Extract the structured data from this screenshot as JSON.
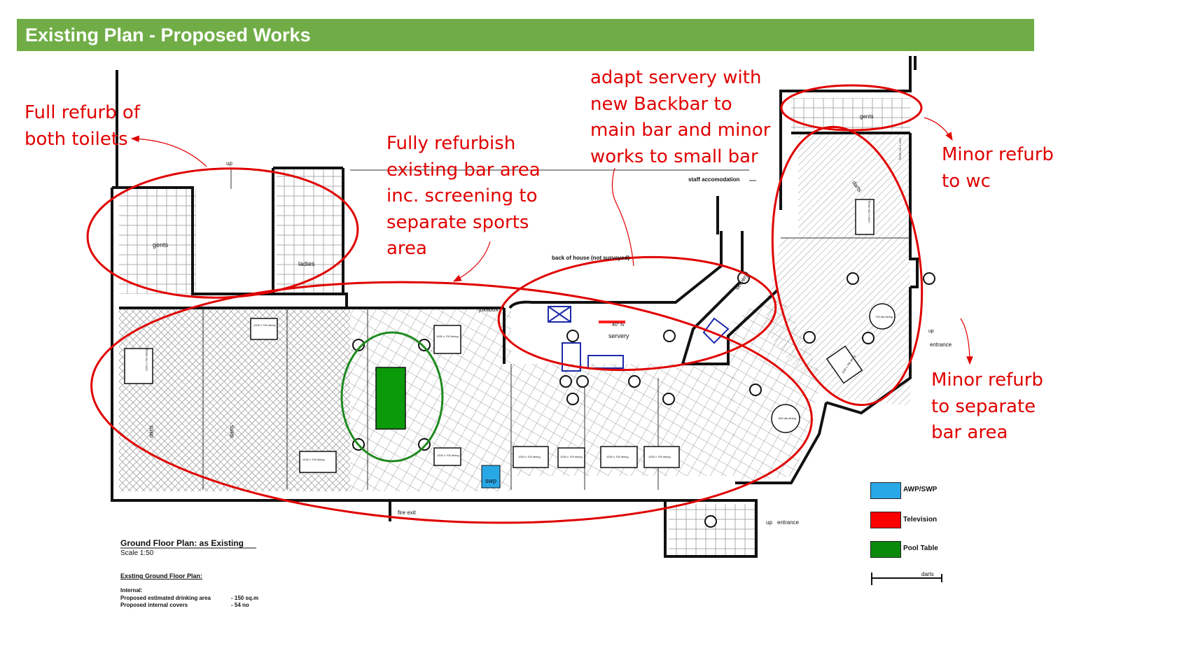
{
  "header": {
    "title": "Existing Plan - Proposed Works"
  },
  "annotations": {
    "toilets": "Full refurb of\nboth toilets",
    "bar_area": "Fully refurbish\nexisting bar area\ninc. screening to\nseparate sports\narea",
    "servery": "adapt servery with\nnew Backbar to\nmain bar and minor\nworks to small bar",
    "wc": "Minor refurb\nto wc",
    "separate_bar": "Minor refurb\nto separate\nbar area"
  },
  "plan_labels": {
    "up_top": "up",
    "gents_left": "gents",
    "ladies": "ladies",
    "gents_right": "gents",
    "staff": "staff accomodation",
    "back_of_house": "back of house (not surveyed)",
    "tv": "40\" tv",
    "servery": "servery",
    "servery_curve": "servery",
    "jukebox": "jukebox",
    "swp": "swp",
    "fire_exit": "fire exit",
    "entrance_bottom": "entrance",
    "up_bottom": "up",
    "entrance_right": "entrance",
    "up_right": "up",
    "darts_1": "darts",
    "darts_2": "darts",
    "darts_3": "darts"
  },
  "tables": {
    "t1": "1200 x 700 dining",
    "t2": "1200 x 700 dining",
    "t3": "1200 x 700 dining",
    "t4": "1200 x 700 dining",
    "t5": "1200 x 700 dining",
    "t6": "1200 x 700 dining",
    "t7": "1200 x 700 dining",
    "t8": "1200 x 700 dining",
    "t9": "1200 x 700 dining",
    "t10": "1200 x 700 dining",
    "t11": "800 dia dining",
    "t12": "730 dia dining",
    "t13": "1200 x 700 dining",
    "t14": "1200 x 700 dining"
  },
  "legend": {
    "items": [
      {
        "label": "AWP/SWP",
        "color": "#29a8e8"
      },
      {
        "label": "Television",
        "color": "#ff0000"
      },
      {
        "label": "Pool Table",
        "color": "#0a8a0a"
      }
    ],
    "darts_label": "darts"
  },
  "notes": {
    "plan_title": "Ground Floor Plan: as Existing",
    "scale": "Scale 1:50",
    "subtitle": "Exsting Ground Floor Plan:",
    "internal": "Internal:",
    "row1_label": "Proposed estimated drinking area",
    "row1_value": "- 150 sq.m",
    "row2_label": "Proposed internal covers",
    "row2_value": "- 54 no"
  },
  "colors": {
    "annotation": "#e00000",
    "ellipse": "#e00000",
    "pool_ellipse": "#1e8a1e",
    "header": "#70ad47"
  }
}
